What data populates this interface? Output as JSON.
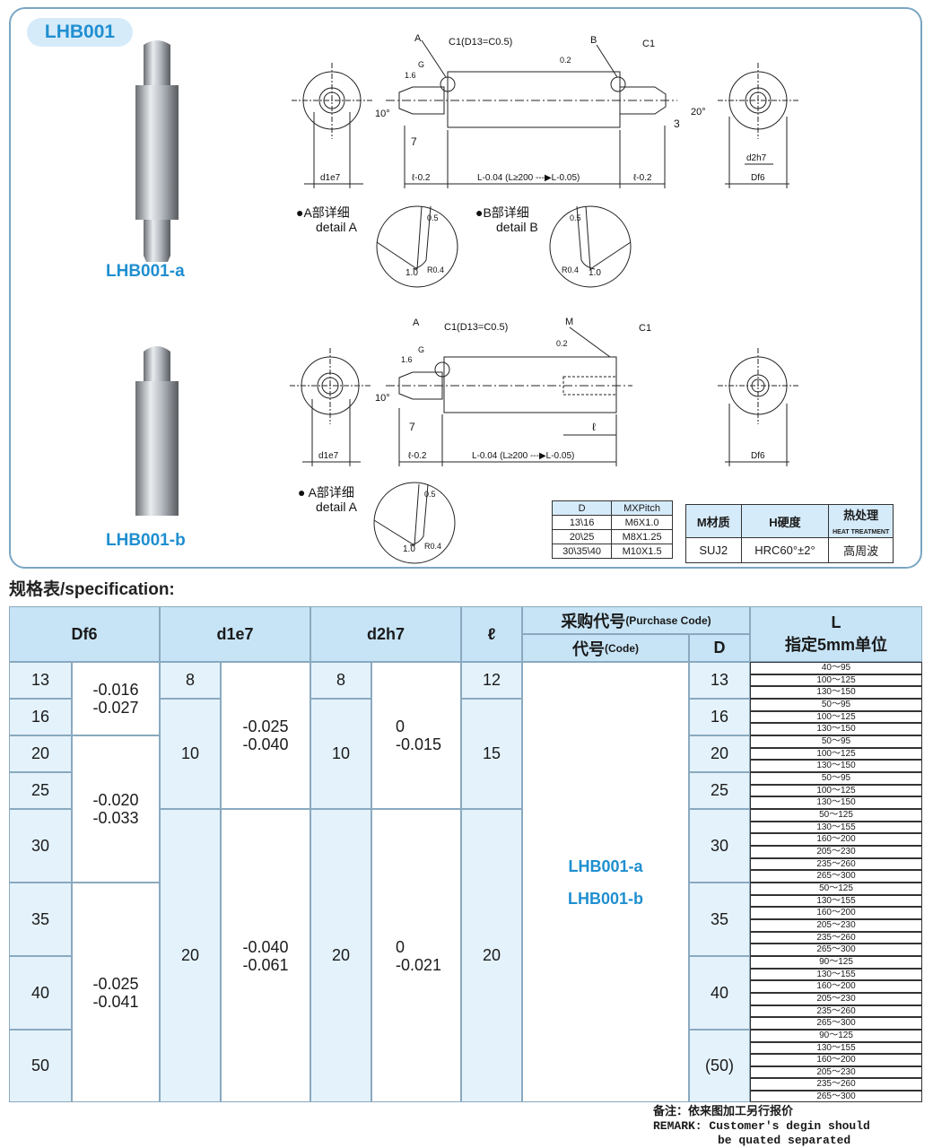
{
  "header": {
    "badge": "LHB001"
  },
  "products": {
    "a_caption": "LHB001-a",
    "b_caption": "LHB001-b"
  },
  "drawing_a": {
    "label_A": "A",
    "label_B": "B",
    "chamfer_left": "C1(D13=C0.5)",
    "chamfer_right": "C1",
    "roughness_16": "1.6",
    "roughness_02": "0.2",
    "g": "G",
    "angle_left": "10°",
    "angle_right": "20°",
    "dim_7": "7",
    "dim_3": "3",
    "d1": "d1e7",
    "d2": "d2h7",
    "df": "Df6",
    "l_tol": "ℓ-0.2",
    "L_dim": "L-0.04 (L≥200 ---▶L-0.05)",
    "l_tol_r": "ℓ-0.2",
    "detail_a_cn": "●A部详细",
    "detail_a_en": "detail A",
    "detail_b_cn": "●B部详细",
    "detail_b_en": "detail B",
    "det_05": "0.5",
    "det_10": "1.0",
    "det_r04": "R0.4"
  },
  "drawing_b": {
    "label_A": "A",
    "label_M": "M",
    "chamfer_left": "C1(D13=C0.5)",
    "chamfer_right": "C1",
    "roughness_16": "1.6",
    "roughness_02": "0.2",
    "g": "G",
    "angle_left": "10°",
    "dim_7": "7",
    "l": "ℓ",
    "d1": "d1e7",
    "df": "Df6",
    "l_tol": "ℓ-0.2",
    "L_dim": "L-0.04 (L≥200 ---▶L-0.05)",
    "detail_a_cn": "● A部详细",
    "detail_a_en": "detail A",
    "det_05": "0.5",
    "det_10": "1.0",
    "det_r04": "R0.4"
  },
  "thread_table": {
    "headers": [
      "D",
      "MXPitch"
    ],
    "rows": [
      [
        "13\\16",
        "M6X1.0"
      ],
      [
        "20\\25",
        "M8X1.25"
      ],
      [
        "30\\35\\40",
        "M10X1.5"
      ]
    ]
  },
  "material_table": {
    "headers": [
      "M材质",
      "H硬度",
      "热处理"
    ],
    "sub_header": "HEAT TREATMENT",
    "values": [
      "SUJ2",
      "HRC60°±2°",
      "高周波"
    ]
  },
  "spec": {
    "title": "规格表/specification:",
    "headers": {
      "df": "Df6",
      "d1": "d1e7",
      "d2": "d2h7",
      "l": "ℓ",
      "purchase": "采购代号",
      "purchase_en": "(Purchase Code)",
      "code": "代号",
      "code_en": "(Code)",
      "D": "D",
      "L": "L",
      "L_note": "指定5mm单位"
    },
    "df_values": [
      "13",
      "16",
      "20",
      "25",
      "30",
      "35",
      "40",
      "50"
    ],
    "df_tol": [
      "-0.016\n-0.027",
      "-0.020\n-0.033",
      "-0.025\n-0.041"
    ],
    "d1_values": [
      "8",
      "10",
      "20"
    ],
    "d1_tol": [
      "-0.025\n-0.040",
      "-0.040\n-0.061"
    ],
    "d2_values": [
      "8",
      "10",
      "20"
    ],
    "d2_tol": [
      "0\n-0.015",
      "0\n-0.021"
    ],
    "l_values": [
      "12",
      "15",
      "20"
    ],
    "codes": [
      "LHB001-a",
      "LHB001-b"
    ],
    "D_values": [
      "13",
      "16",
      "20",
      "25",
      "30",
      "35",
      "40",
      "(50)"
    ],
    "L_ranges": [
      [
        "40～95",
        "100～125",
        "130～150"
      ],
      [
        "50～95",
        "100～125",
        "130～150"
      ],
      [
        "50～95",
        "100～125",
        "130～150"
      ],
      [
        "50～95",
        "100～125",
        "130～150"
      ],
      [
        "50～125",
        "130～155",
        "160～200",
        "205～230",
        "235～260",
        "265～300"
      ],
      [
        "50～125",
        "130～155",
        "160～200",
        "205～230",
        "235～260",
        "265～300"
      ],
      [
        "90～125",
        "130～155",
        "160～200",
        "205～230",
        "235～260",
        "265～300"
      ],
      [
        "90～125",
        "130～155",
        "160～200",
        "205～230",
        "235～260",
        "265～300"
      ]
    ]
  },
  "remark": {
    "cn": "备注：依来图加工另行报价",
    "en1": "REMARK: Customer's degin should",
    "en2": "be quated separated"
  }
}
